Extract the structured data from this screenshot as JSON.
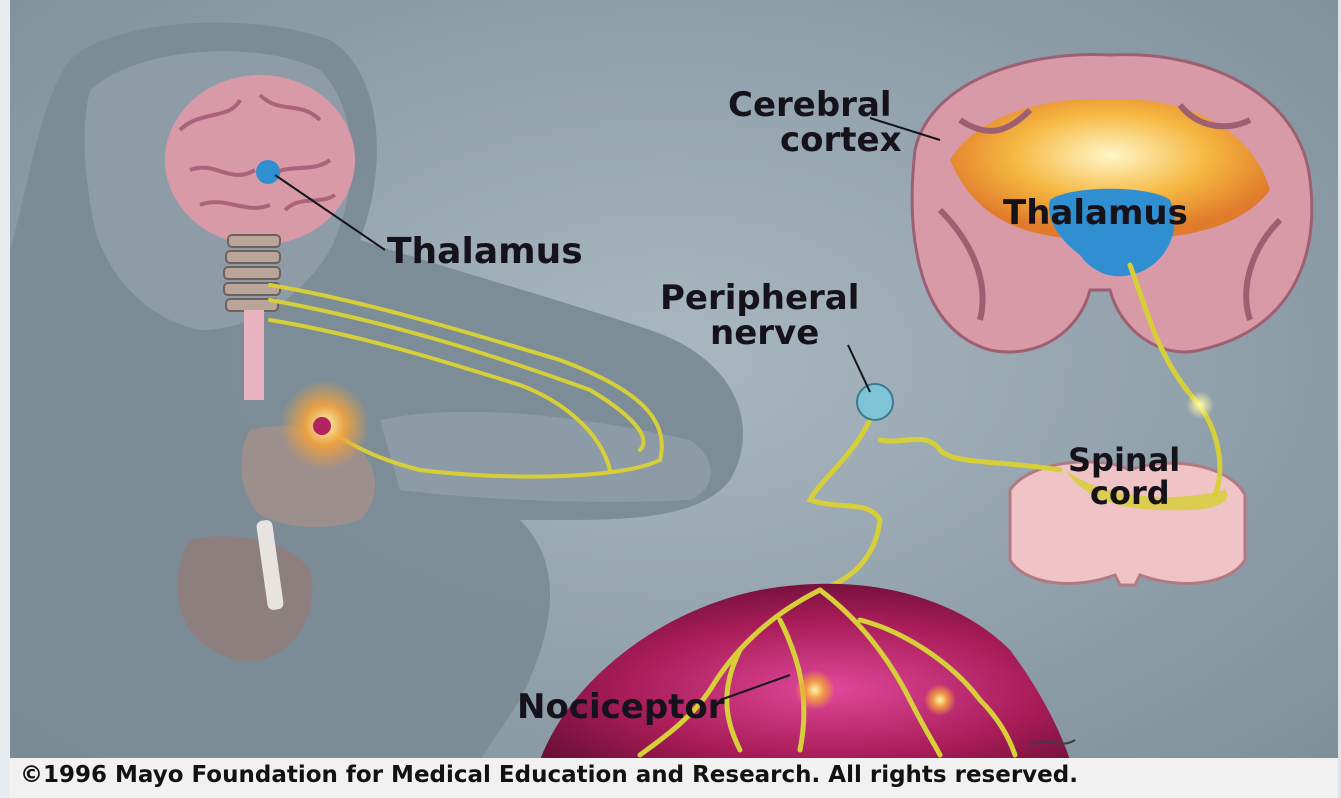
{
  "labels": {
    "cerebral_cortex": [
      "Cerebral",
      "cortex"
    ],
    "thalamus_main": "Thalamus",
    "thalamus_inset": "Thalamus",
    "peripheral_nerve": [
      "Peripheral",
      "nerve"
    ],
    "spinal_cord": [
      "Spinal",
      "cord"
    ],
    "nociceptor": "Nociceptor"
  },
  "copyright": "©1996 Mayo Foundation for Medical Education and Research. All rights reserved.",
  "colors": {
    "background": "#9aa9b3",
    "brain_pink": "#d99aa8",
    "thalamus_blue": "#2f8fd1",
    "nerve_yellow": "#d6cf3a",
    "skin_magenta": "#b3235f",
    "cord_pink": "#f0c4c6"
  }
}
